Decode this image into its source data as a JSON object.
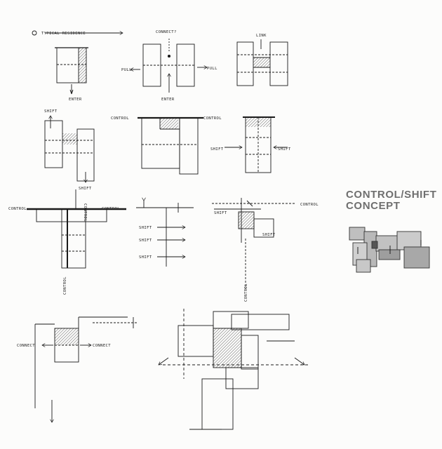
{
  "title": {
    "line1": "CONTROL/SHIFT",
    "line2": "CONCEPT"
  },
  "sketch_labels": {
    "typical_residence": "TYPICAL RESIDENCE",
    "connect": "CONNECT?",
    "pull": "PULL",
    "enter": "ENTER",
    "link": "LINK",
    "shift": "SHIFT",
    "control": "CONTROL",
    "connect_caps": "CONNECT"
  },
  "colors": {
    "ink": "#1a1a1a",
    "hatch": "#555555",
    "title": "#6f6f6f",
    "paper": "#fcfcfb"
  }
}
